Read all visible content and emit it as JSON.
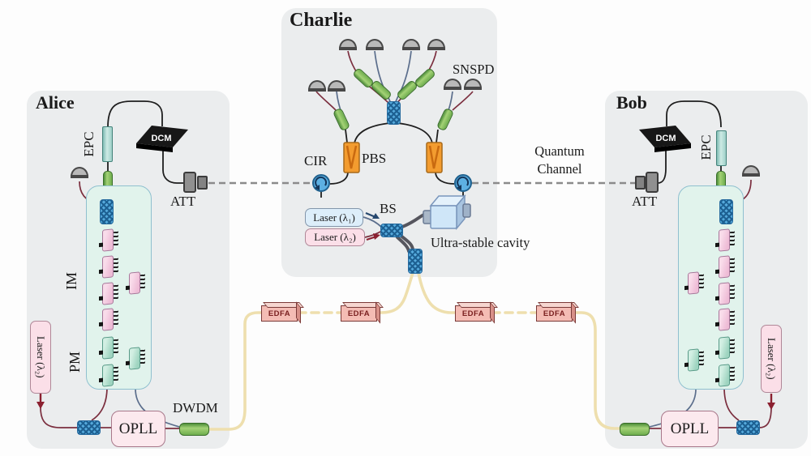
{
  "panels": {
    "alice": {
      "title": "Alice"
    },
    "charlie": {
      "title": "Charlie"
    },
    "bob": {
      "title": "Bob"
    }
  },
  "labels": {
    "epc": "EPC",
    "dcm": "DCM",
    "att": "ATT",
    "cir": "CIR",
    "pbs": "PBS",
    "snspd": "SNSPD",
    "bs": "BS",
    "im": "IM",
    "pm": "PM",
    "opll": "OPLL",
    "dwdm": "DWDM",
    "edfa": "EDFA",
    "laser1": "Laser (λ₁)",
    "laser2": "Laser (λ₂)",
    "cavity": "Ultra-stable cavity",
    "quantum_channel_line1": "Quantum",
    "quantum_channel_line2": "Channel"
  },
  "icons": {
    "detector-dome": "gray half-dome SNSPD detector",
    "fiber-coupler": "blue woven 2x2 fiber coupler",
    "circulator": "blue circle with rotation arrow",
    "pbs": "orange polarizing beam splitter with V mark",
    "dcm": "black dispersion compensation module plate",
    "att": "gray attenuator connector",
    "green-cylinder": "green fiber component",
    "modulator": "pink/teal electro-optic modulator chip",
    "cavity": "light-blue ultra-stable cavity 3D box"
  },
  "colors": {
    "panel_bg": "#ebedee",
    "fiber_yellow": "#eedfae",
    "fiber_maroon": "#7b2e3e",
    "fiber_slate": "#5b6e8c",
    "fiber_black": "#1e1e1e",
    "channel_dash_gray": "#8b8b8b",
    "coupler_blue": "#55a9db",
    "pbs_orange": "#f39c2f",
    "edfa_pink": "#f4bcb4",
    "component_green": "#6fae4e"
  }
}
